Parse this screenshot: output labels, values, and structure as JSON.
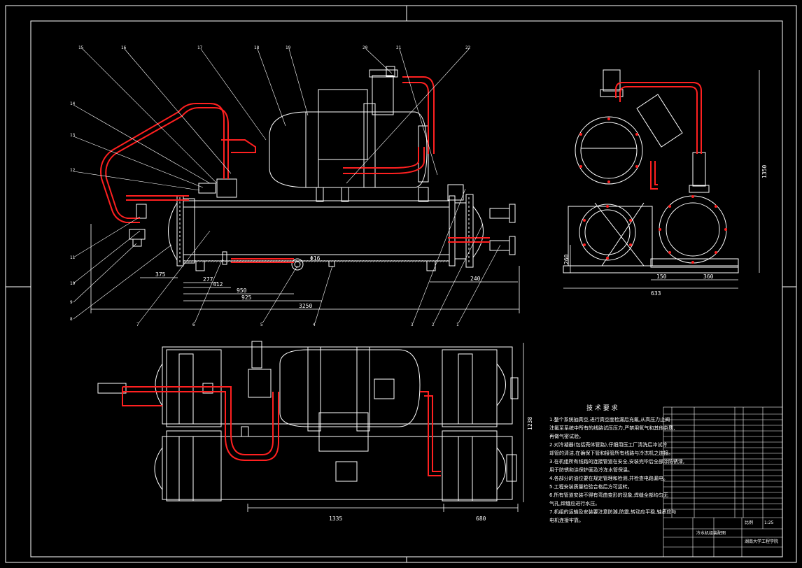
{
  "colors": {
    "background": "#000000",
    "line": "#ffffff",
    "pipe": "#ff2020"
  },
  "dimensions": {
    "d375": "375",
    "d277": "277",
    "d412": "412",
    "d950": "950",
    "d925": "925",
    "d3250": "3250",
    "d240": "240",
    "dphi": "Φ16",
    "d633": "633",
    "d150": "150",
    "d360": "360",
    "d260": "260",
    "d1350": "1350",
    "d1238": "1238",
    "d1335": "1335",
    "d680": "680"
  },
  "notes": {
    "title": "技 术 要 求",
    "lines": [
      "1.整个系统抽真空,进行真空度检漏后充氟,从高压力止阀",
      "  注氟至系统中所有的线路试压压力,严禁用氧气和其他杂质,",
      "  再做气密试验。",
      "2.对冷凝器(包括壳体管路),仔细用压工厂清洗后冲试冷",
      "  却管的清洁,在确保下管和接管所有线路与冷冻机之连接。",
      "3.在机组所有线路的连接管道在安全,安装完毕后全部涂防锈漆,",
      "  用于防锈和涂保护面及冷冻水管保温。",
      "4.各部分的油位要在规定管理和检测,并检查电路漏电。",
      "5.工程安装质量检验合格后方可运转。",
      "6.所有管道安装不得有弯曲变形的现象,焊缝全部均匀无",
      "  气孔,焊缝应进行水压。",
      "7.机组的运输及安装要注意防潮,防震,转动应平稳,轴承应与",
      "  电机连接牢靠。"
    ]
  },
  "title_block": {
    "drawing_title": "冷水机组装配图",
    "school": "湖南大学工程学院",
    "scale_label": "比例",
    "scale_value": "1:25"
  }
}
